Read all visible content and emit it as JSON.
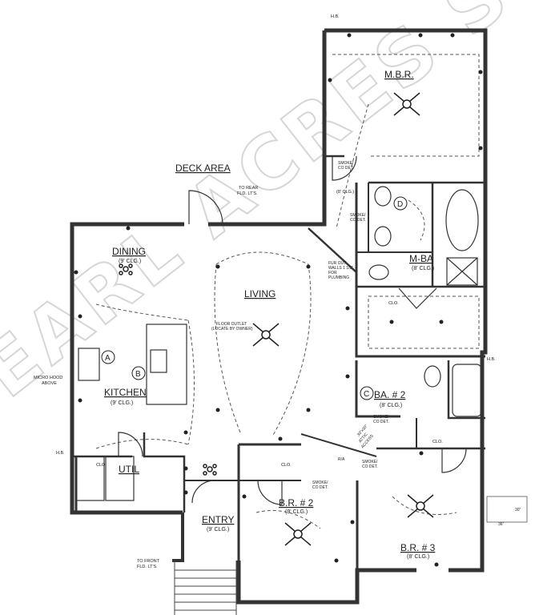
{
  "watermark": "EARL ACRES SVD",
  "rooms": {
    "mbr": {
      "name": "M.B.R."
    },
    "deck": {
      "name": "DECK AREA"
    },
    "dining": {
      "name": "DINING",
      "ceiling": "(9' CLG.)"
    },
    "living": {
      "name": "LIVING"
    },
    "mba": {
      "name": "M-BA",
      "ceiling": "(8' CLG.)"
    },
    "kitchen": {
      "name": "KITCHEN",
      "ceiling": "(9' CLG.)"
    },
    "ba2": {
      "name": "BA. # 2",
      "ceiling": "(8' CLG.)"
    },
    "util": {
      "name": "UTIL"
    },
    "br2": {
      "name": "B.R. # 2",
      "ceiling": "(9' CLG.)"
    },
    "entry": {
      "name": "ENTRY",
      "ceiling": "(9' CLG.)"
    },
    "br3": {
      "name": "B.R. # 3",
      "ceiling": "(8' CLG.)"
    }
  },
  "notes": {
    "hb_top": "H.B.",
    "hb_right": "H.B.",
    "hb_left": "H.B.",
    "rear_lights_1": "TO REAR",
    "rear_lights_2": "FLD. LT'S.",
    "front_lights_1": "TO FRONT",
    "front_lights_2": "FLD. LT'S.",
    "smoke_mbr_1": "SMOKE/",
    "smoke_mbr_2": "CO DET.",
    "smoke_mba_1": "SMOKE/",
    "smoke_mba_2": "CO DET.",
    "ceiling_hall": "(8' CLG.)",
    "furout_1": "FUR OUT",
    "furout_2": "WALLS 1 1/2\"",
    "furout_3": "FOR",
    "furout_4": "PLUMBING",
    "floor_outlet_1": "FLOOR OUTLET",
    "floor_outlet_2": "(LOCATE BY OWNER)",
    "micro_1": "MICRO HOOD",
    "micro_2": "ABOVE",
    "smoke_ba2_1": "SMOKE/",
    "smoke_ba2_2": "CO DET.",
    "attic_1": "30\"x30\"",
    "attic_2": "ATTIC",
    "attic_3": "ACCESS",
    "smoke_br3_1": "SMOKE/",
    "smoke_br3_2": "CO DET.",
    "smoke_br2_1": "SMOKE/",
    "smoke_br2_2": "CO DET.",
    "rn": "R/A",
    "dim_30": "30\"",
    "dim_36": "36\""
  },
  "closets": [
    "CLO.",
    "CLO.",
    "CLO.",
    "CLO."
  ],
  "circuits": [
    "A",
    "B",
    "C",
    "D"
  ]
}
